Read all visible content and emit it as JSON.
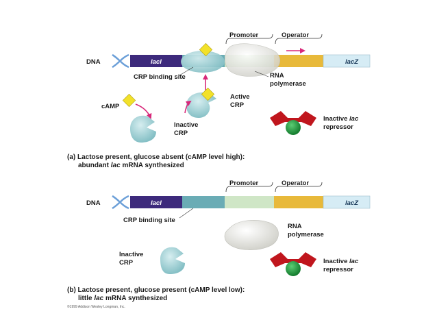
{
  "panel_a": {
    "dna_label": "DNA",
    "laci_gene": "lacI",
    "lacz_gene": "lacZ",
    "promoter_label": "Promoter",
    "operator_label": "Operator",
    "crp_binding_site_label": "CRP binding site",
    "rna_polymerase_label_1": "RNA",
    "rna_polymerase_label_2": "polymerase",
    "active_crp_label_1": "Active",
    "active_crp_label_2": "CRP",
    "camp_label": "cAMP",
    "inactive_crp_label_1": "Inactive",
    "inactive_crp_label_2": "CRP",
    "inactive_repressor_label_1a": "Inactive ",
    "inactive_repressor_label_1b": "lac",
    "inactive_repressor_label_2": "repressor",
    "caption_line_1": "(a) Lactose present, glucose absent (cAMP level high):",
    "caption_line_2a": "abundant ",
    "caption_line_2b": "lac",
    "caption_line_2c": " mRNA synthesized"
  },
  "panel_b": {
    "dna_label": "DNA",
    "laci_gene": "lacI",
    "lacz_gene": "lacZ",
    "promoter_label": "Promoter",
    "operator_label": "Operator",
    "crp_binding_site_label": "CRP binding site",
    "rna_polymerase_label_1": "RNA",
    "rna_polymerase_label_2": "polymerase",
    "inactive_crp_label_1": "Inactive",
    "inactive_crp_label_2": "CRP",
    "inactive_repressor_label_1a": "Inactive ",
    "inactive_repressor_label_1b": "lac",
    "inactive_repressor_label_2": "repressor",
    "caption_line_1": "(b) Lactose present, glucose present (cAMP level low):",
    "caption_line_2a": "little ",
    "caption_line_2b": "lac",
    "caption_line_2c": " mRNA synthesized"
  },
  "copyright": "©1999 Addison Wesley Longman, Inc.",
  "colors": {
    "laci": "#3d2a7c",
    "crp_site": "#6aacb5",
    "promoter": "#cfe6c6",
    "operator": "#e8b93a",
    "lacz": "#d6ecf5",
    "crp_protein": "#a8d4d8",
    "camp": "#f2e12a",
    "repressor": "#c0161d",
    "lactose_ball": "#1e8f3c",
    "arrow": "#d8287a",
    "rna_polymerase": "#f0f0ec"
  }
}
